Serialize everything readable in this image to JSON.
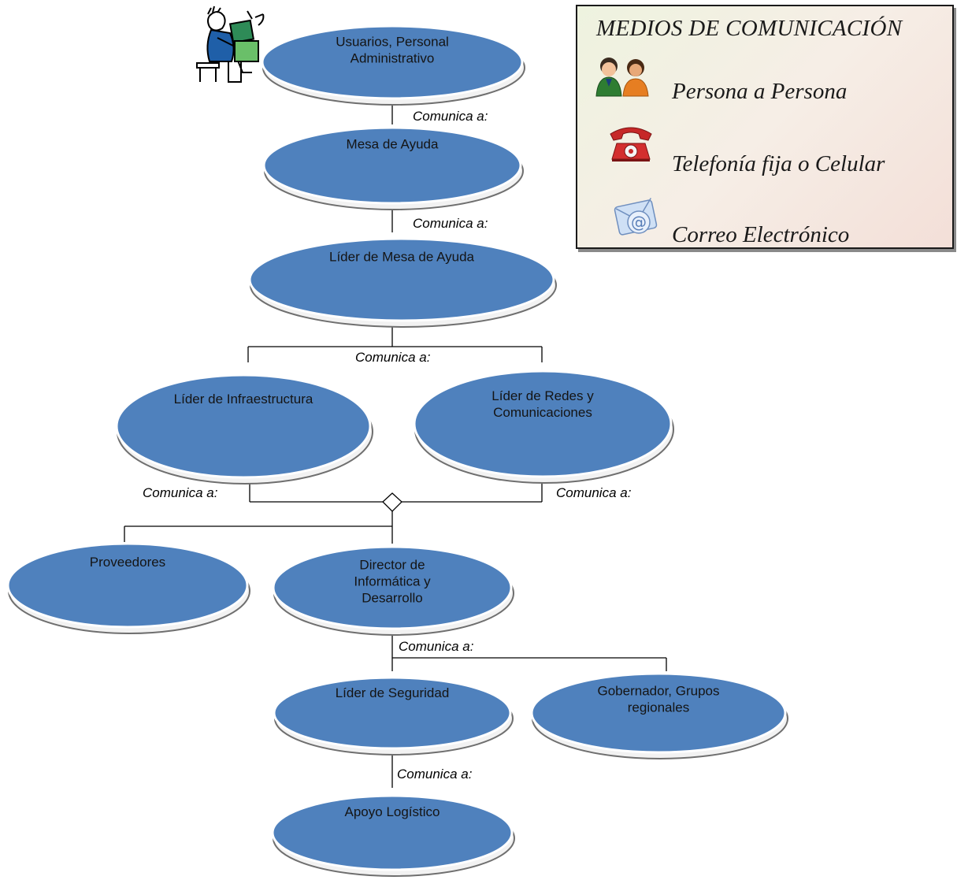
{
  "diagram": {
    "edge_label": "Comunica a:",
    "nodes": {
      "usuarios": [
        "Usuarios, Personal",
        "Administrativo"
      ],
      "mesa": [
        "Mesa de Ayuda"
      ],
      "lider_mesa": [
        "Líder de Mesa de Ayuda"
      ],
      "infra": [
        "Líder de Infraestructura"
      ],
      "redes": [
        "Líder de Redes y",
        "Comunicaciones"
      ],
      "proveedores": [
        "Proveedores"
      ],
      "director": [
        "Director de",
        "Informática y",
        "Desarrollo"
      ],
      "seguridad": [
        "Líder de Seguridad"
      ],
      "gobernador": [
        "Gobernador, Grupos",
        "regionales"
      ],
      "apoyo": [
        "Apoyo Logístico"
      ]
    }
  },
  "legend": {
    "title": "MEDIOS DE COMUNICACIÓN",
    "items": [
      {
        "icon": "people-icon",
        "label": "Persona a Persona"
      },
      {
        "icon": "telephone-icon",
        "label": "Telefonía fija o Celular"
      },
      {
        "icon": "email-icon",
        "label": "Correo Electrónico"
      }
    ]
  },
  "colors": {
    "node_fill": "#4f81bd",
    "node_stroke": "#ffffff"
  }
}
